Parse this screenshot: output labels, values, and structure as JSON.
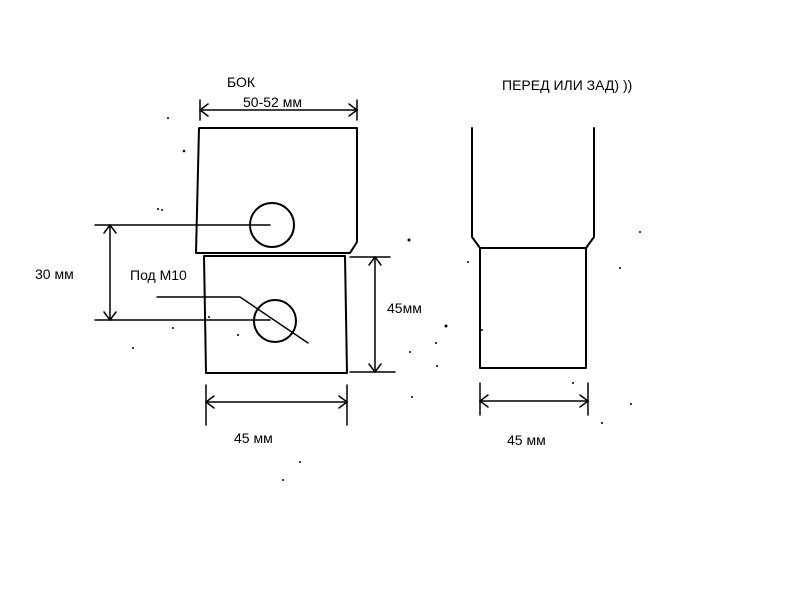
{
  "side_view": {
    "title": "БОК",
    "top_width": "50-52 мм",
    "hole_spacing": "30 мм",
    "hole_note": "Под М10",
    "lower_height": "45мм",
    "lower_width": "45 мм"
  },
  "front_view": {
    "title": "ПЕРЕД ИЛИ ЗАД) ))",
    "width": "45 мм"
  }
}
